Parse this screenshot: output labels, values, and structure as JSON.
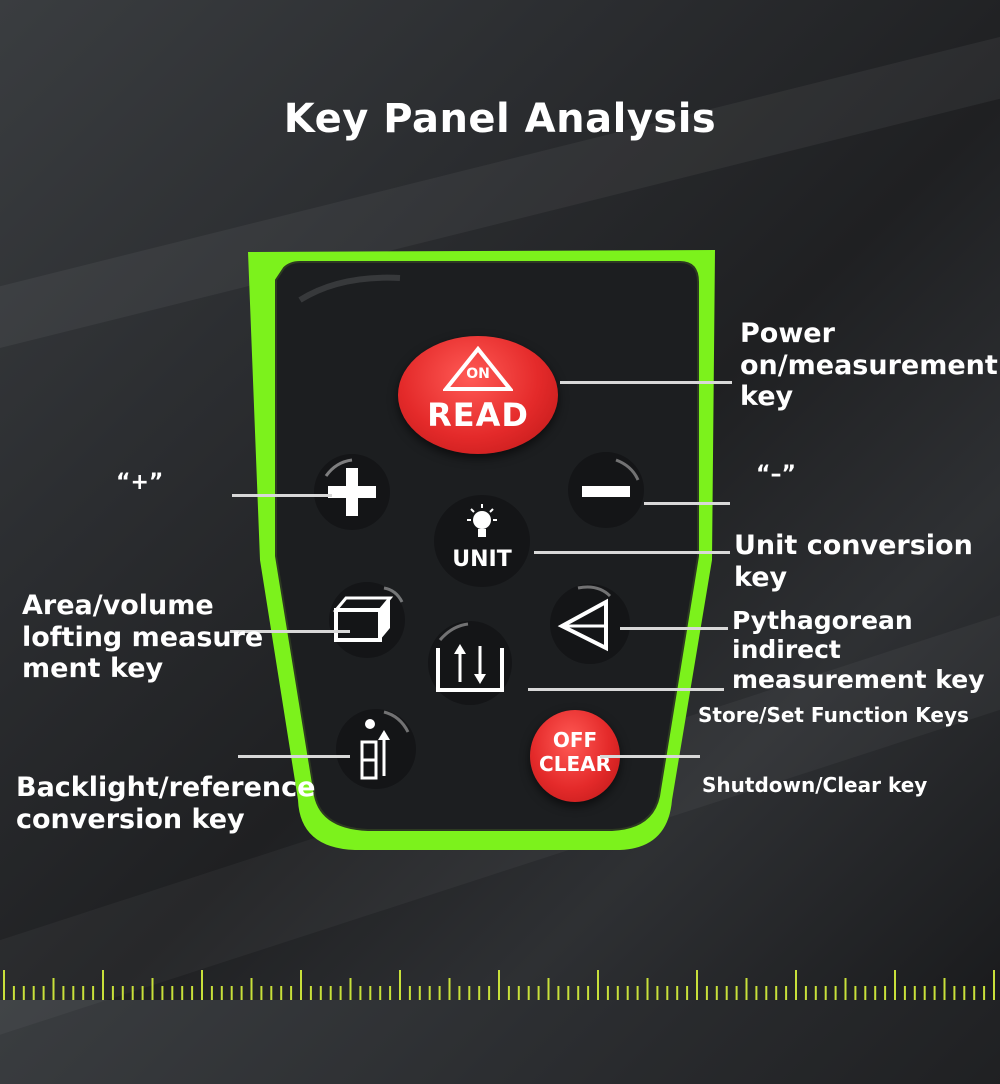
{
  "title": "Key Panel Analysis",
  "keys": {
    "read": {
      "top": "ON",
      "bottom": "READ"
    },
    "off": {
      "top": "OFF",
      "bottom": "CLEAR"
    },
    "unit": {
      "text": "UNIT"
    }
  },
  "labels": {
    "power": "Power\non/measurement\nkey",
    "plus": "“+”",
    "minus": "“–”",
    "unit": "Unit conversion\nkey",
    "area": "Area/volume\nlofting measure\nment key",
    "pythagorean": "Pythagorean\nindirect\nmeasurement key",
    "store": "Store/Set Function Keys",
    "backlight": "Backlight/reference\nconversion key",
    "shutdown": "Shutdown/Clear key"
  },
  "colors": {
    "frame": "#7cf21c",
    "panel": "#1c1e20",
    "red_key": "#e42a2a",
    "ruler": "#c8e03a"
  }
}
